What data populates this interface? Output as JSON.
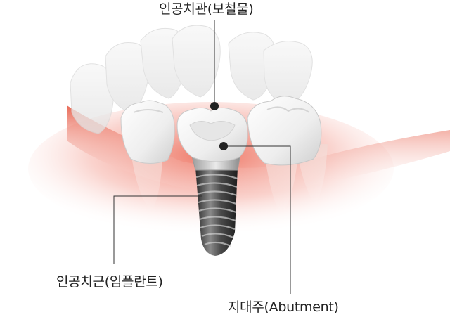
{
  "labels": {
    "crown": "인공치관(보철물)",
    "fixture": "인공치근(임플란트)",
    "abutment": "지대주(Abutment)"
  },
  "colors": {
    "gum": "#e8472f",
    "tooth": "#f4f4f4",
    "implant": "#3a3a3a",
    "leader": "#333333",
    "text": "#222222"
  }
}
